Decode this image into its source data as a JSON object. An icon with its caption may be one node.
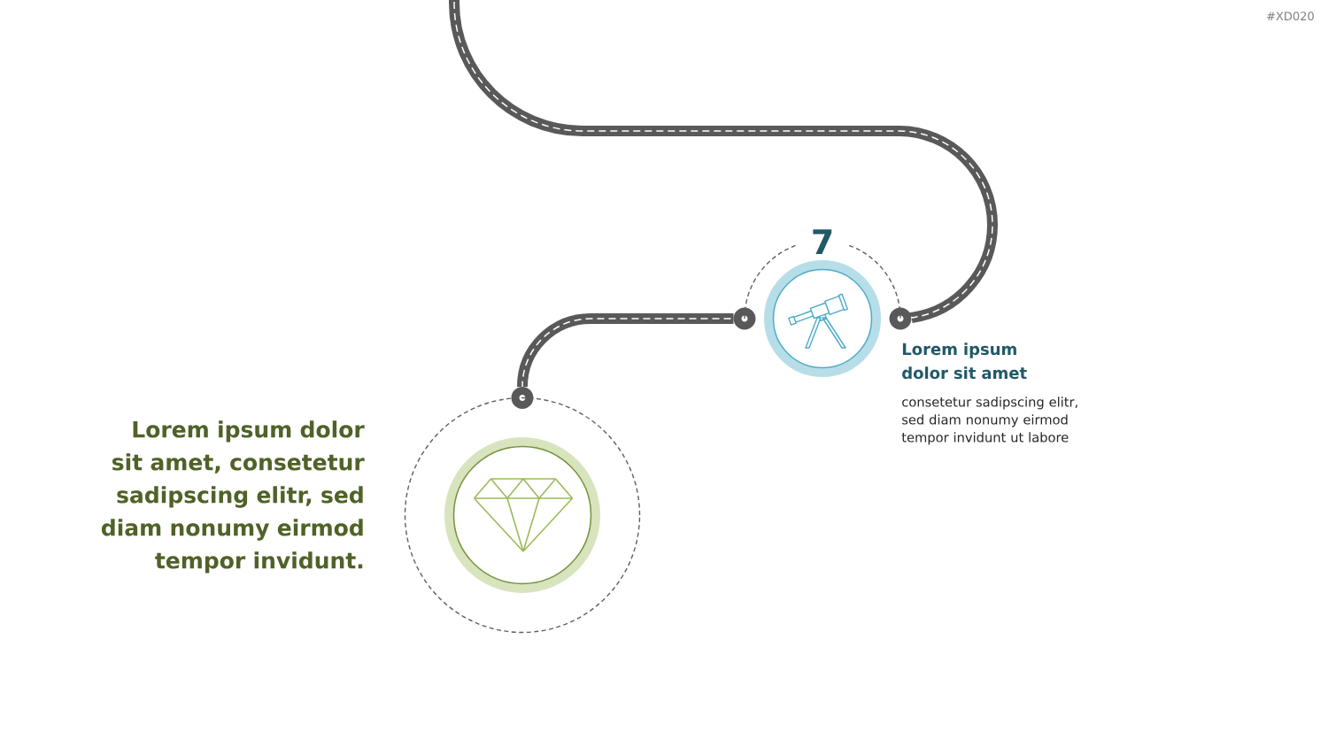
{
  "diagram": {
    "nodes": [
      {
        "text": [],
        "shape": "picture",
        "beside": [
          "7",
          "Lorem ipsum dolor sit amet",
          "consetetur sadipscing elitr, sed diam nonumy eirmod tempor invidunt ut labore"
        ]
      },
      {
        "text": [],
        "shape": "picture",
        "beside": [
          "Lorem ipsum dolor sit amet, consetetur sadipscing elitr, sed diam nonumy eirmod tempor invidunt."
        ]
      }
    ],
    "edges": [
      {
        "from": null,
        "to": 0,
        "arrow": "none"
      },
      {
        "from": 0,
        "to": 1,
        "arrow": "none"
      }
    ],
    "labels": [
      "#XD020"
    ]
  }
}
